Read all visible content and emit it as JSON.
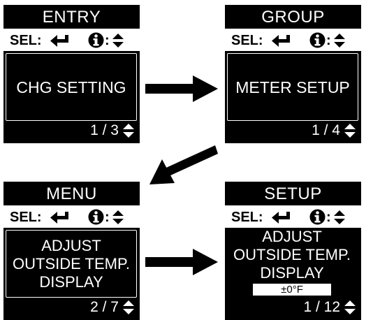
{
  "common": {
    "sel_label": "SEL:",
    "info_colon": ":"
  },
  "screens": [
    {
      "title": "ENTRY",
      "main_text": "CHG SETTING",
      "page": "1 / 3"
    },
    {
      "title": "GROUP",
      "main_text": "METER SETUP",
      "page": "1 / 4"
    },
    {
      "title": "MENU",
      "main_text": "ADJUST\nOUTSIDE TEMP.\nDISPLAY",
      "page": "2 / 7"
    },
    {
      "title": "SETUP",
      "main_text": "ADJUST\nOUTSIDE TEMP.\nDISPLAY",
      "value": "±0°F",
      "page": "1 / 12"
    }
  ],
  "icons": {
    "enter": "enter-icon",
    "info": "info-icon",
    "updown": "up-down-arrows-icon",
    "flow_arrow": "arrow-icon"
  },
  "colors": {
    "screen_bg": "#000000",
    "text": "#ffffff",
    "page_bg": "#ffffff"
  }
}
